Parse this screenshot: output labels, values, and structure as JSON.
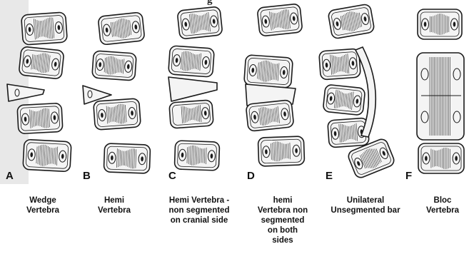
{
  "header_fragment": "g",
  "panels": [
    {
      "letter": "A",
      "caption": [
        "Wedge",
        "Vertebra"
      ]
    },
    {
      "letter": "B",
      "caption": [
        "Hemi",
        "Vertebra"
      ]
    },
    {
      "letter": "C",
      "caption": [
        "Hemi Vertebra -",
        "non segmented",
        "on cranial side"
      ]
    },
    {
      "letter": "D",
      "caption": [
        "hemi",
        "Vertebra non",
        "segmented",
        "on both",
        "sides"
      ]
    },
    {
      "letter": "E",
      "caption": [
        "Unilateral",
        "Unsegmented bar"
      ]
    },
    {
      "letter": "F",
      "caption": [
        "Bloc",
        "Vertebra"
      ]
    }
  ],
  "colors": {
    "ink": "#1a1a1a",
    "bone": "#f4f4f4",
    "hatch": "#3a3a3a",
    "page": "#ffffff",
    "shadow": "#e6e6e6"
  }
}
